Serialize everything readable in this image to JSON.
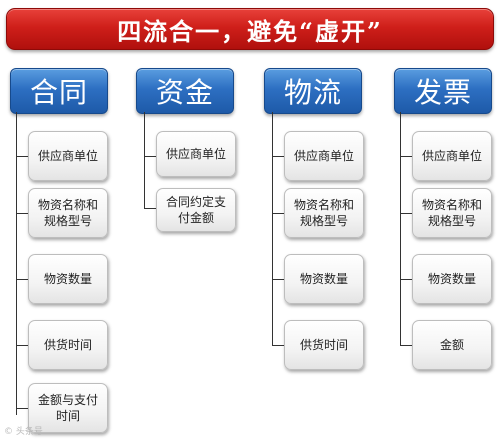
{
  "banner": {
    "title": "四流合一，避免“虚开”"
  },
  "columns": [
    {
      "header": "合同",
      "items": [
        "供应商单位",
        "物资名称和规格型号",
        "物资数量",
        "供货时间",
        "金额与支付时间"
      ]
    },
    {
      "header": "资金",
      "items": [
        "供应商单位",
        "合同约定支付金额"
      ]
    },
    {
      "header": "物流",
      "items": [
        "供应商单位",
        "物资名称和规格型号",
        "物资数量",
        "供货时间"
      ]
    },
    {
      "header": "发票",
      "items": [
        "供应商单位",
        "物资名称和规格型号",
        "物资数量",
        "金额"
      ]
    }
  ],
  "watermark": "© 头条号"
}
